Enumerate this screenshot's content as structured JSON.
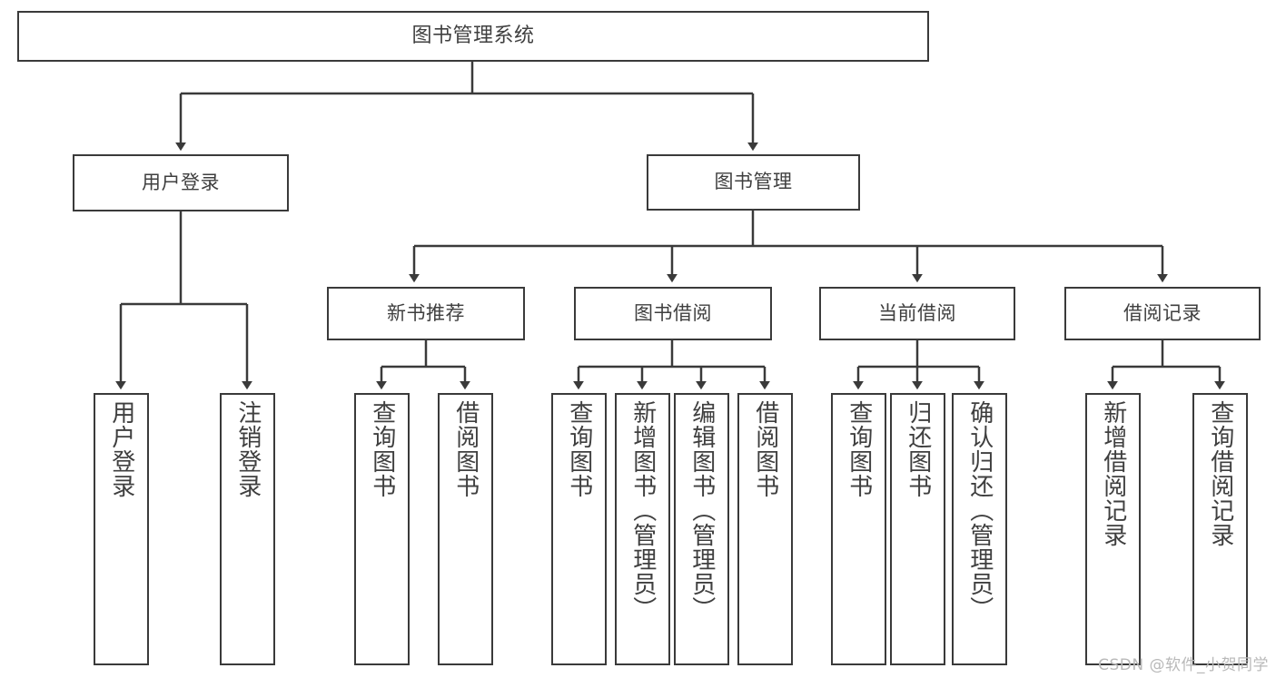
{
  "diagram": {
    "type": "tree-hierarchy",
    "title": "图书管理系统",
    "watermark": "CSDN @软件_小贺同学",
    "colors": {
      "stroke": "#3a3a3a",
      "text": "#3f3f3f",
      "background": "#ffffff",
      "watermark": "#b9b9b9"
    },
    "nodes": {
      "root": {
        "label": "图书管理系统"
      },
      "level1": [
        {
          "label": "用户登录"
        },
        {
          "label": "图书管理"
        }
      ],
      "level2": [
        {
          "label": "新书推荐"
        },
        {
          "label": "图书借阅"
        },
        {
          "label": "当前借阅"
        },
        {
          "label": "借阅记录"
        }
      ],
      "leaves": {
        "user_login": [
          {
            "label": "用户登录"
          },
          {
            "label": "注销登录"
          }
        ],
        "new_book_recommend": [
          {
            "label": "查询图书"
          },
          {
            "label": "借阅图书"
          }
        ],
        "book_borrow": [
          {
            "label": "查询图书"
          },
          {
            "label": "新增图书（管理员）"
          },
          {
            "label": "编辑图书（管理员）"
          },
          {
            "label": "借阅图书"
          }
        ],
        "current_borrow": [
          {
            "label": "查询图书"
          },
          {
            "label": "归还图书"
          },
          {
            "label": "确认归还（管理员）"
          }
        ],
        "borrow_record": [
          {
            "label": "新增借阅记录"
          },
          {
            "label": "查询借阅记录"
          }
        ]
      }
    }
  }
}
